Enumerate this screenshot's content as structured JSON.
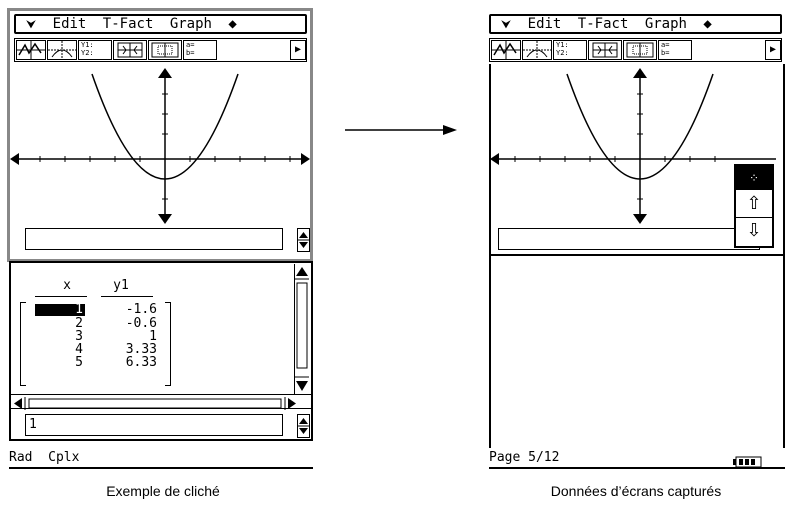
{
  "menu": {
    "arrow": "⮟",
    "items": [
      "Edit",
      "T-Fact",
      "Graph"
    ],
    "diamond": "◆"
  },
  "toolbar": {
    "btn3_text": "Y1:\nY2:",
    "btn6_text": "a=\nb=",
    "more": "▶"
  },
  "table": {
    "headers": [
      "x",
      "y1"
    ],
    "rows": [
      {
        "x": "1",
        "y1": "-1.6"
      },
      {
        "x": "2",
        "y1": "-0.6"
      },
      {
        "x": "3",
        "y1": "1"
      },
      {
        "x": "4",
        "y1": "3.33"
      },
      {
        "x": "5",
        "y1": "6.33"
      }
    ]
  },
  "entry_value": "1",
  "left_status": "Rad  Cplx",
  "right_status": "Page 5/12",
  "captions": {
    "left": "Exemple de cliché",
    "right": "Données d’écrans capturés"
  },
  "popup": {
    "zoom_glyph": "⁘",
    "up_glyph": "⇧",
    "down_glyph": "⇩"
  },
  "colors": {
    "frame": "#888888",
    "ink": "#000000"
  }
}
